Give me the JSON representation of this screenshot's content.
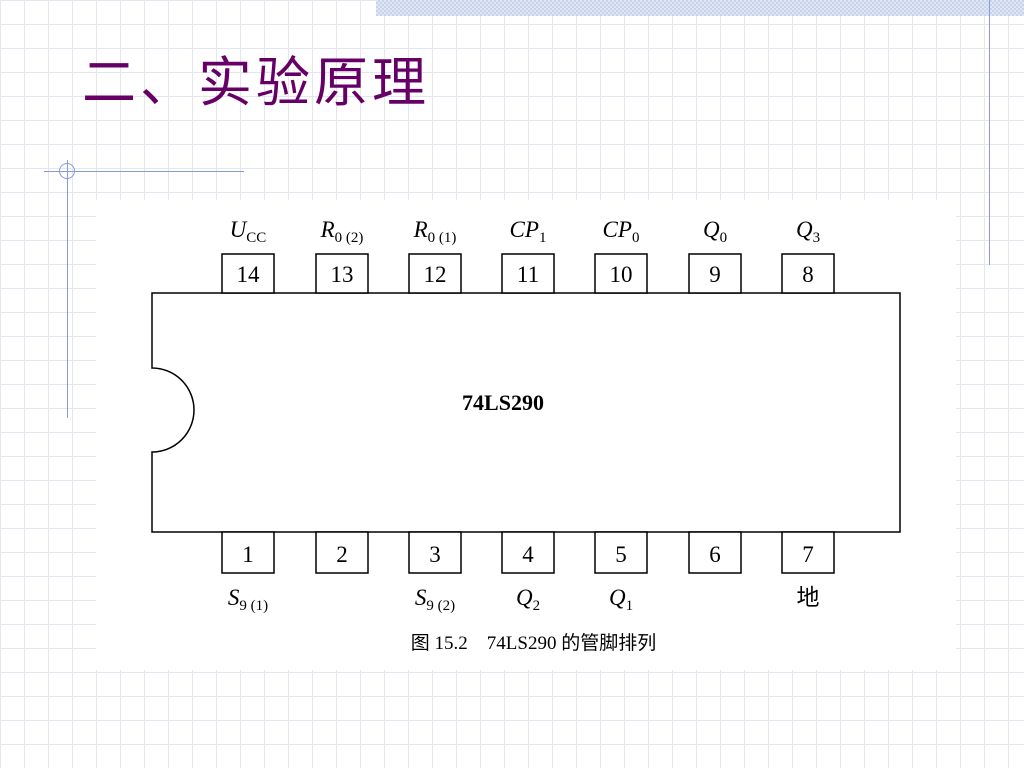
{
  "slide": {
    "title": "二、实验原理"
  },
  "chip": {
    "name": "74LS290",
    "top_pins": [
      {
        "number": "14",
        "label": "U",
        "sub": "CC"
      },
      {
        "number": "13",
        "label": "R",
        "sub": "0 (2)"
      },
      {
        "number": "12",
        "label": "R",
        "sub": "0 (1)"
      },
      {
        "number": "11",
        "label": "CP",
        "sub": "1"
      },
      {
        "number": "10",
        "label": "CP",
        "sub": "0"
      },
      {
        "number": "9",
        "label": "Q",
        "sub": "0"
      },
      {
        "number": "8",
        "label": "Q",
        "sub": "3"
      }
    ],
    "bottom_pins": [
      {
        "number": "1",
        "label": "S",
        "sub": "9 (1)"
      },
      {
        "number": "2",
        "label": "",
        "sub": ""
      },
      {
        "number": "3",
        "label": "S",
        "sub": "9 (2)"
      },
      {
        "number": "4",
        "label": "Q",
        "sub": "2"
      },
      {
        "number": "5",
        "label": "Q",
        "sub": "1"
      },
      {
        "number": "6",
        "label": "",
        "sub": ""
      },
      {
        "number": "7",
        "label": "地",
        "sub": ""
      }
    ]
  },
  "caption": "图 15.2    74LS290 的管脚排列",
  "colors": {
    "title": "#660066",
    "grid": "#e3e6ef",
    "accent_line": "#8a9ad8"
  }
}
